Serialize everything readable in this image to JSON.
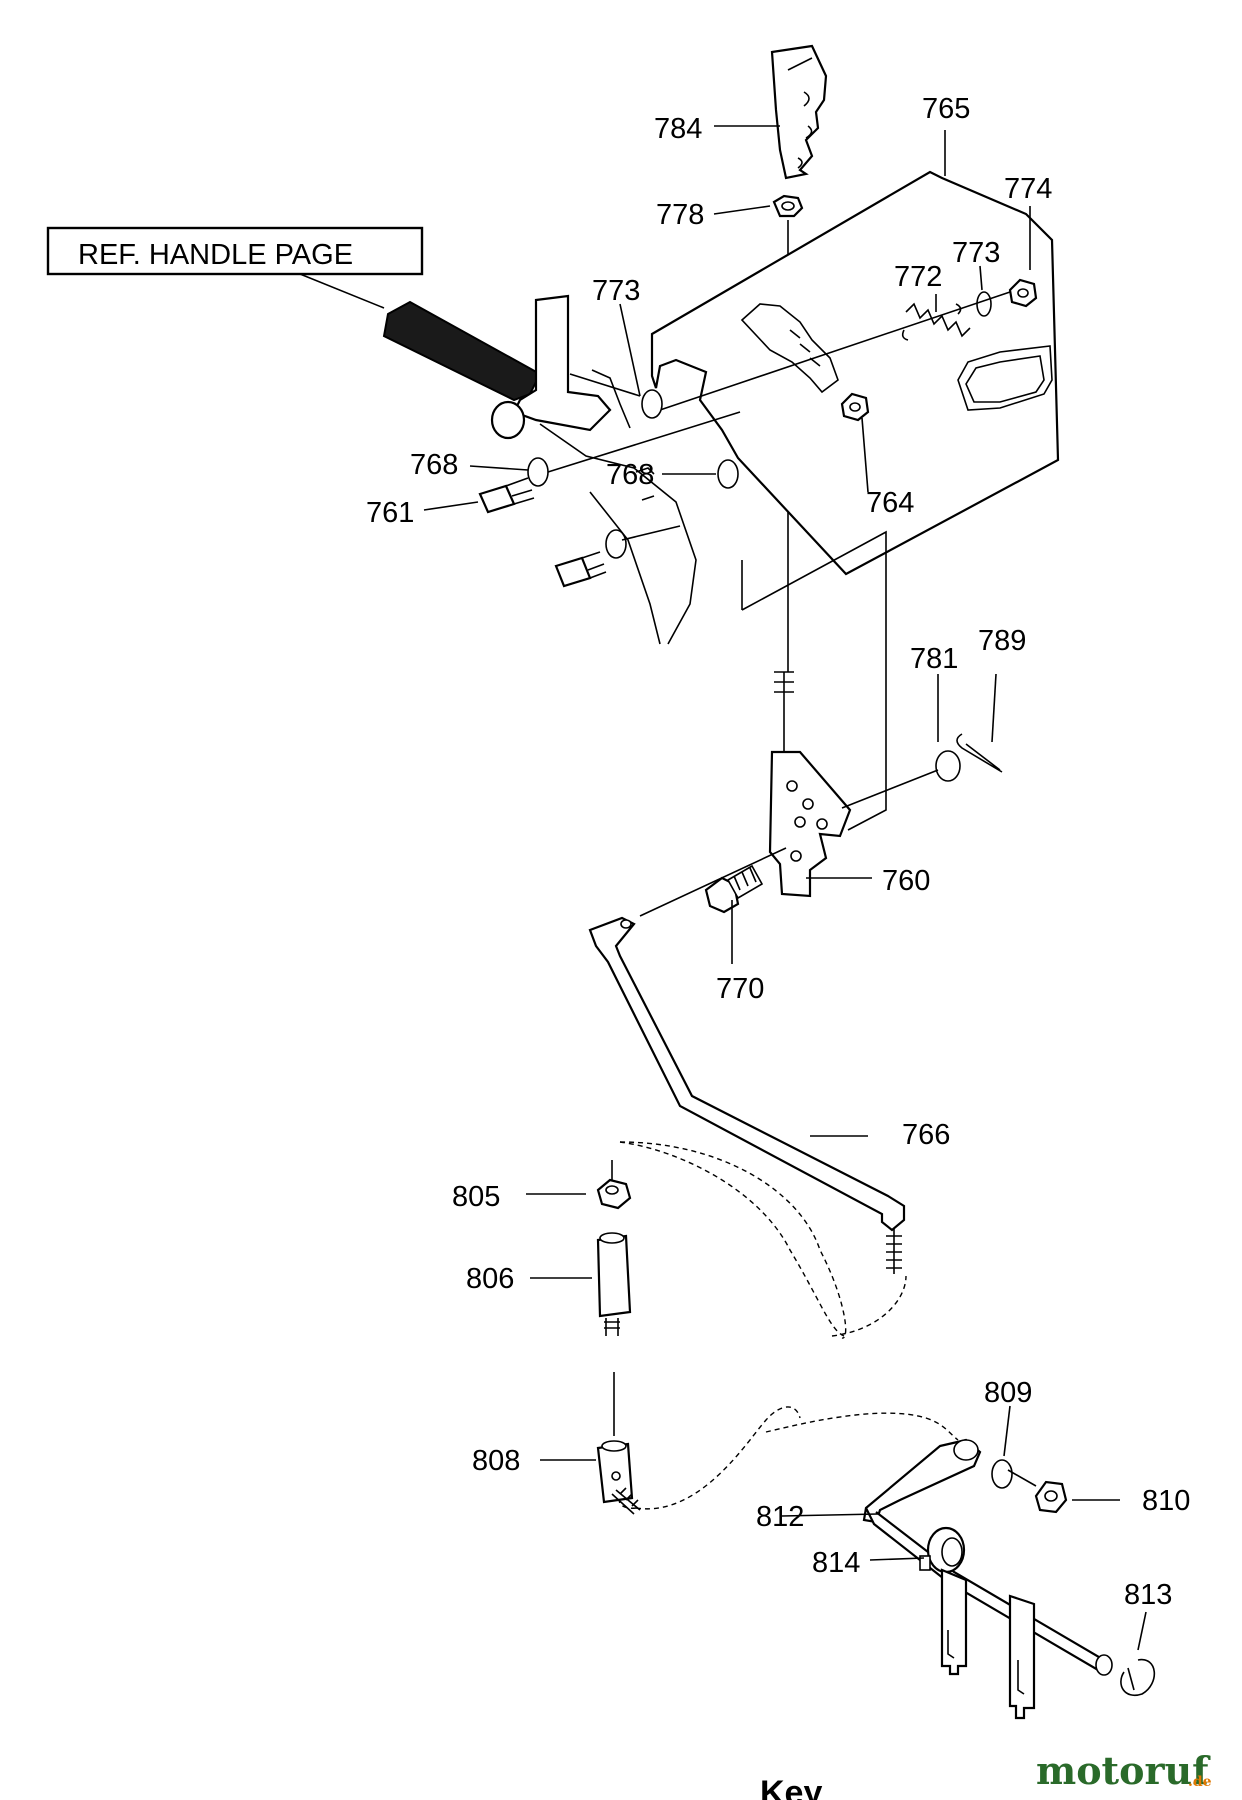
{
  "reference_box": {
    "text": "REF. HANDLE PAGE"
  },
  "part_labels": [
    {
      "key": "p784",
      "text": "784"
    },
    {
      "key": "p765",
      "text": "765"
    },
    {
      "key": "p774",
      "text": "774"
    },
    {
      "key": "p778",
      "text": "778"
    },
    {
      "key": "p773a",
      "text": "773"
    },
    {
      "key": "p772",
      "text": "772"
    },
    {
      "key": "p773b",
      "text": "773"
    },
    {
      "key": "p768a",
      "text": "768"
    },
    {
      "key": "p768b",
      "text": "768"
    },
    {
      "key": "p764",
      "text": "764"
    },
    {
      "key": "p761",
      "text": "761"
    },
    {
      "key": "p781",
      "text": "781"
    },
    {
      "key": "p789",
      "text": "789"
    },
    {
      "key": "p760",
      "text": "760"
    },
    {
      "key": "p770",
      "text": "770"
    },
    {
      "key": "p766",
      "text": "766"
    },
    {
      "key": "p805",
      "text": "805"
    },
    {
      "key": "p806",
      "text": "806"
    },
    {
      "key": "p809",
      "text": "809"
    },
    {
      "key": "p808",
      "text": "808"
    },
    {
      "key": "p810",
      "text": "810"
    },
    {
      "key": "p812",
      "text": "812"
    },
    {
      "key": "p814",
      "text": "814"
    },
    {
      "key": "p813",
      "text": "813"
    }
  ],
  "footer_text": "Key",
  "watermark": {
    "main": "motoruf",
    "suffix": ".de",
    "main_color": "#2a6a2a",
    "accent_color": "#e07800"
  }
}
